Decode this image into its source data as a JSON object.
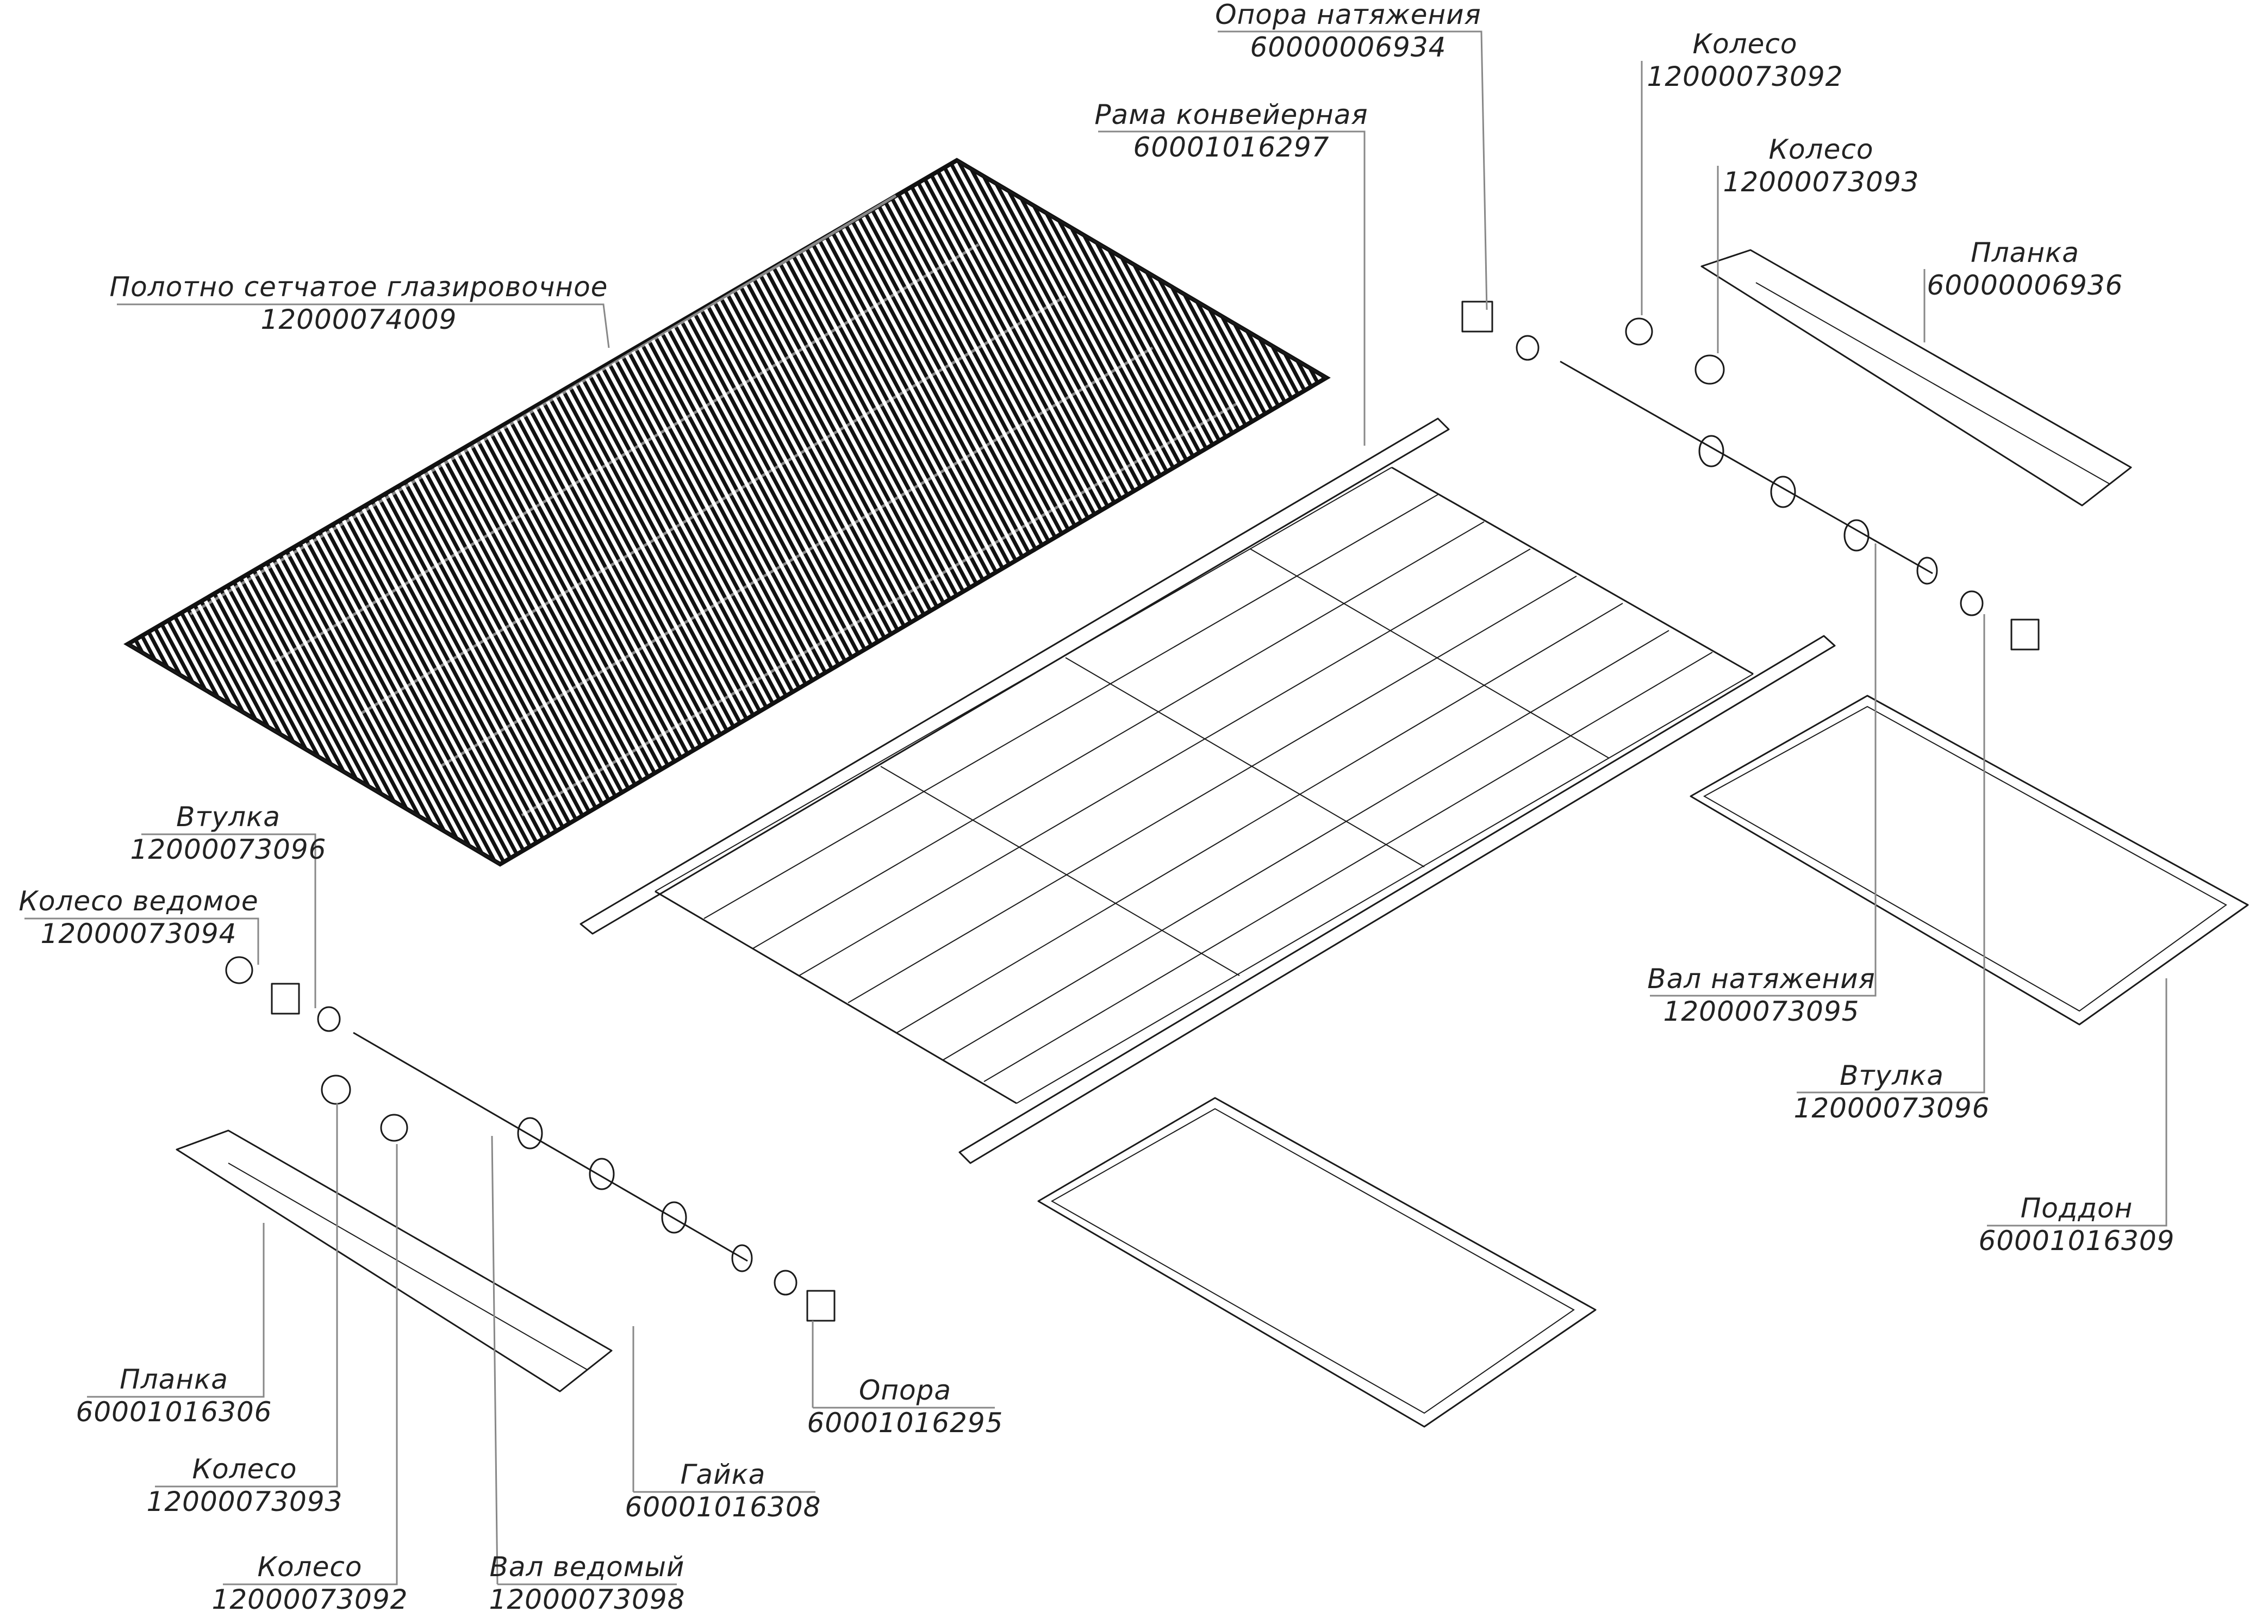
{
  "callouts": [
    {
      "id": "mesh",
      "name": "Полотно сетчатое глазировочное",
      "code": "12000074009"
    },
    {
      "id": "frame",
      "name": "Рама конвейерная",
      "code": "60001016297"
    },
    {
      "id": "tension_support",
      "name": "Опора натяжения",
      "code": "60000006934"
    },
    {
      "id": "wheel_top_1",
      "name": "Колесо",
      "code": "12000073092"
    },
    {
      "id": "wheel_top_2",
      "name": "Колесо",
      "code": "12000073093"
    },
    {
      "id": "bar_top",
      "name": "Планка",
      "code": "60000006936"
    },
    {
      "id": "bush_left",
      "name": "Втулка",
      "code": "12000073096"
    },
    {
      "id": "driven_wheel",
      "name": "Колесо ведомое",
      "code": "12000073094"
    },
    {
      "id": "tension_shaft",
      "name": "Вал натяжения",
      "code": "12000073095"
    },
    {
      "id": "bush_right",
      "name": "Втулка",
      "code": "12000073096"
    },
    {
      "id": "tray",
      "name": "Поддон",
      "code": "60001016309"
    },
    {
      "id": "bar_bottom",
      "name": "Планка",
      "code": "60001016306"
    },
    {
      "id": "support",
      "name": "Опора",
      "code": "60001016295"
    },
    {
      "id": "wheel_bot_1",
      "name": "Колесо",
      "code": "12000073093"
    },
    {
      "id": "nut",
      "name": "Гайка",
      "code": "60001016308"
    },
    {
      "id": "wheel_bot_2",
      "name": "Колесо",
      "code": "12000073092"
    },
    {
      "id": "driven_shaft",
      "name": "Вал ведомый",
      "code": "12000073098"
    }
  ]
}
